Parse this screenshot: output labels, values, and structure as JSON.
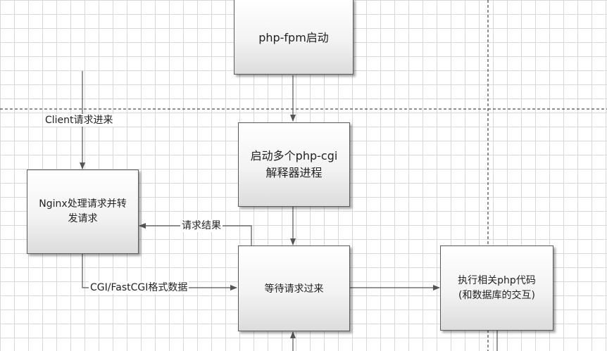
{
  "nodes": {
    "php_fpm": "php-fpm启动",
    "multi_cgi_line1": "启动多个php-cgi",
    "multi_cgi_line2": "解释器进程",
    "nginx_line1": "Nginx处理请求并转",
    "nginx_line2": "发请求",
    "wait": "等待请求过来",
    "exec_line1": "执行相关php代码",
    "exec_line2": "(和数据库的交互)"
  },
  "edge_labels": {
    "client": "Client请求进来",
    "result": "请求结果",
    "cgi_format": "CGI/FastCGI格式数据"
  },
  "colors": {
    "line": "#555555",
    "grid": "#d8d8d8",
    "box_border": "#5a5a5a"
  }
}
